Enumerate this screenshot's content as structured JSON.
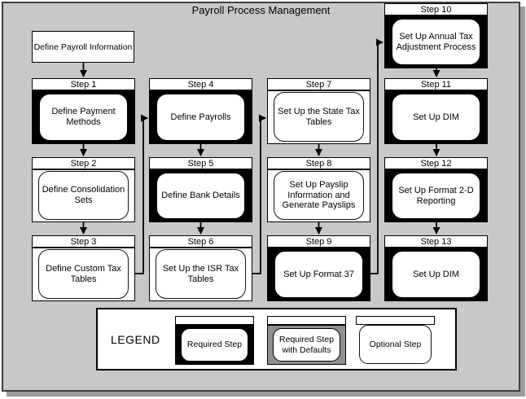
{
  "title": "Payroll Process Management",
  "intro_box": {
    "label": "Define Payroll Information"
  },
  "steps": [
    {
      "header": "Step 1",
      "label": "Define Payment Methods",
      "type": "required",
      "col": 1,
      "row": 1
    },
    {
      "header": "Step 2",
      "label": "Define Consolidation Sets",
      "type": "optional",
      "col": 1,
      "row": 2
    },
    {
      "header": "Step 3",
      "label": "Define Custom Tax Tables",
      "type": "optional",
      "col": 1,
      "row": 3
    },
    {
      "header": "Step 4",
      "label": "Define Payrolls",
      "type": "required",
      "col": 2,
      "row": 1
    },
    {
      "header": "Step 5",
      "label": "Define Bank Details",
      "type": "required",
      "col": 2,
      "row": 2
    },
    {
      "header": "Step 6",
      "label": "Set Up the ISR Tax Tables",
      "type": "optional",
      "col": 2,
      "row": 3
    },
    {
      "header": "Step 7",
      "label": "Set Up the State Tax Tables",
      "type": "optional",
      "col": 3,
      "row": 1
    },
    {
      "header": "Step 8",
      "label": "Set Up Payslip Information and Generate Payslips",
      "type": "optional",
      "col": 3,
      "row": 2
    },
    {
      "header": "Step 9",
      "label": "Set Up Format 37",
      "type": "required",
      "col": 3,
      "row": 3
    },
    {
      "header": "Step 10",
      "label": "Set Up Annual Tax Adjustment Process",
      "type": "required",
      "col": 4,
      "row": 0
    },
    {
      "header": "Step 11",
      "label": "Set Up DIM",
      "type": "required",
      "col": 4,
      "row": 1
    },
    {
      "header": "Step 12",
      "label": "Set Up Format 2-D Reporting",
      "type": "required",
      "col": 4,
      "row": 2
    },
    {
      "header": "Step 13",
      "label": "Set Up DIM",
      "type": "required",
      "col": 4,
      "row": 3
    }
  ],
  "legend": {
    "title": "LEGEND",
    "items": [
      {
        "label": "Required Step",
        "type": "required"
      },
      {
        "label": "Required Step with Defaults",
        "type": "required-defaults"
      },
      {
        "label": "Optional Step",
        "type": "optional"
      }
    ]
  },
  "colors": {
    "canvas_fill": "#c8c8c8",
    "canvas_border": "#3f3f3f",
    "shadow": "#9c9c9c",
    "required_fill": "#000000",
    "defaults_fill": "#909090",
    "box_fill": "#ffffff",
    "line": "#000000"
  }
}
